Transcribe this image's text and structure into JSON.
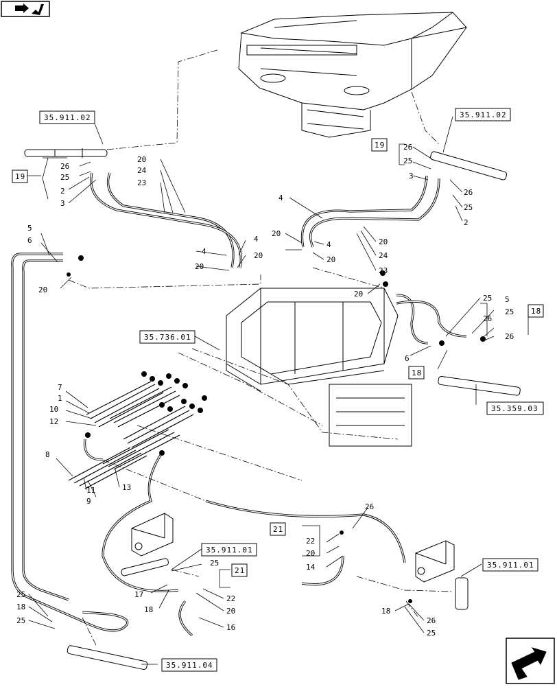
{
  "refs": {
    "r1": "35.911.02",
    "r2": "35.911.02",
    "r3": "35.736.01",
    "r4": "35.359.03",
    "r5": "35.911.01",
    "r6": "35.911.01",
    "r7": "35.911.04"
  },
  "groups": {
    "g19a": "19",
    "g19b": "19",
    "g18a": "18",
    "g18b": "18",
    "g21a": "21",
    "g21b": "21"
  },
  "callouts": {
    "c1": "26",
    "c2": "25",
    "c3": "2",
    "c4": "3",
    "c5": "20",
    "c6": "24",
    "c7": "23",
    "c8": "26",
    "c9": "25",
    "c10": "3",
    "c11": "26",
    "c12": "25",
    "c13": "2",
    "c14": "4",
    "c15": "20",
    "c16": "4",
    "c17": "20",
    "c18": "24",
    "c19": "23",
    "c20": "20",
    "c21": "4",
    "c22": "20",
    "c23": "4",
    "c24": "20",
    "c25": "5",
    "c26": "6",
    "c27": "20",
    "c28": "20",
    "c29": "25",
    "c30": "26",
    "c31": "5",
    "c32": "25",
    "c33": "26",
    "c34": "6",
    "c35": "7",
    "c36": "1",
    "c37": "10",
    "c38": "12",
    "c39": "8",
    "c40": "11",
    "c41": "9",
    "c42": "13",
    "c43": "26",
    "c44": "22",
    "c45": "20",
    "c46": "14",
    "c47": "25",
    "c48": "17",
    "c49": "18",
    "c50": "22",
    "c51": "20",
    "c52": "16",
    "c53": "18",
    "c54": "26",
    "c55": "25",
    "c56": "25",
    "c57": "18",
    "c58": "25"
  },
  "icons": {
    "top_left": "back-arrow-icon",
    "bottom_right": "next-page-icon"
  }
}
